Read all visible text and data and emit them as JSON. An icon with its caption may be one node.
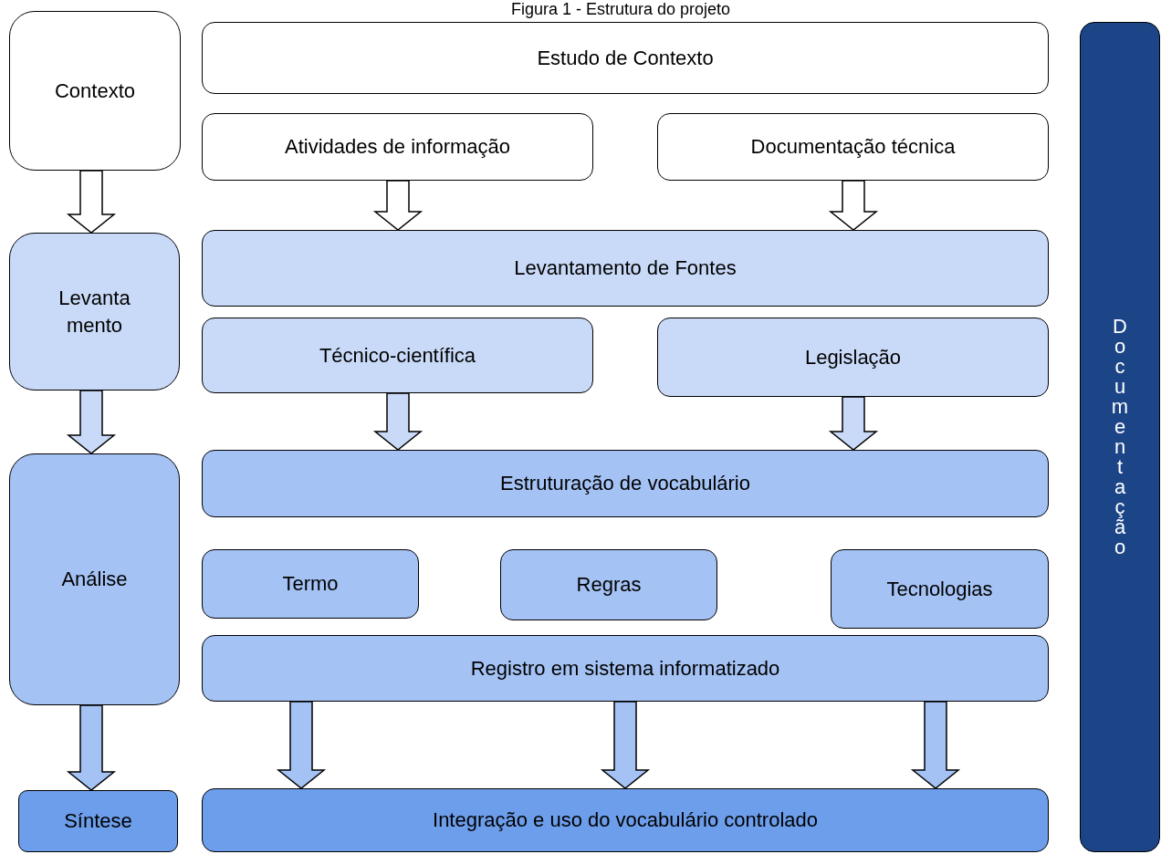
{
  "diagram": {
    "title": "Figura 1 - Estrutura do projeto",
    "nodes": [
      {
        "text": [
          "Contexto"
        ]
      },
      {
        "text": [
          "Estudo de Contexto"
        ]
      },
      {
        "text": [
          "Atividades de informação"
        ]
      },
      {
        "text": [
          "Documentação técnica"
        ]
      },
      {
        "text": [
          "Levantamento"
        ]
      },
      {
        "text": [
          "Levantamento de Fontes"
        ]
      },
      {
        "text": [
          "Técnico-científica"
        ]
      },
      {
        "text": [
          "Legislação"
        ]
      },
      {
        "text": [
          "Análise"
        ]
      },
      {
        "text": [
          "Estruturação de vocabulário"
        ]
      },
      {
        "text": [
          "Termo"
        ]
      },
      {
        "text": [
          "Regras"
        ]
      },
      {
        "text": [
          "Tecnologias"
        ]
      },
      {
        "text": [
          "Registro em sistema informatizado"
        ]
      },
      {
        "text": [
          "Síntese"
        ]
      },
      {
        "text": [
          "Integração e uso do vocabulário controlado"
        ]
      },
      {
        "text": [
          "Documentação"
        ]
      }
    ],
    "edges": [
      {
        "from": 0,
        "to": 4,
        "arrow": "to"
      },
      {
        "from": 2,
        "to": 5,
        "arrow": "to"
      },
      {
        "from": 3,
        "to": 5,
        "arrow": "to"
      },
      {
        "from": 4,
        "to": 8,
        "arrow": "to"
      },
      {
        "from": 6,
        "to": 9,
        "arrow": "to"
      },
      {
        "from": 7,
        "to": 9,
        "arrow": "to"
      },
      {
        "from": 8,
        "to": 14,
        "arrow": "to"
      },
      {
        "from": 13,
        "to": 15,
        "arrow": "to"
      },
      {
        "from": 13,
        "to": 15,
        "arrow": "to"
      },
      {
        "from": 13,
        "to": 15,
        "arrow": "to"
      }
    ]
  }
}
